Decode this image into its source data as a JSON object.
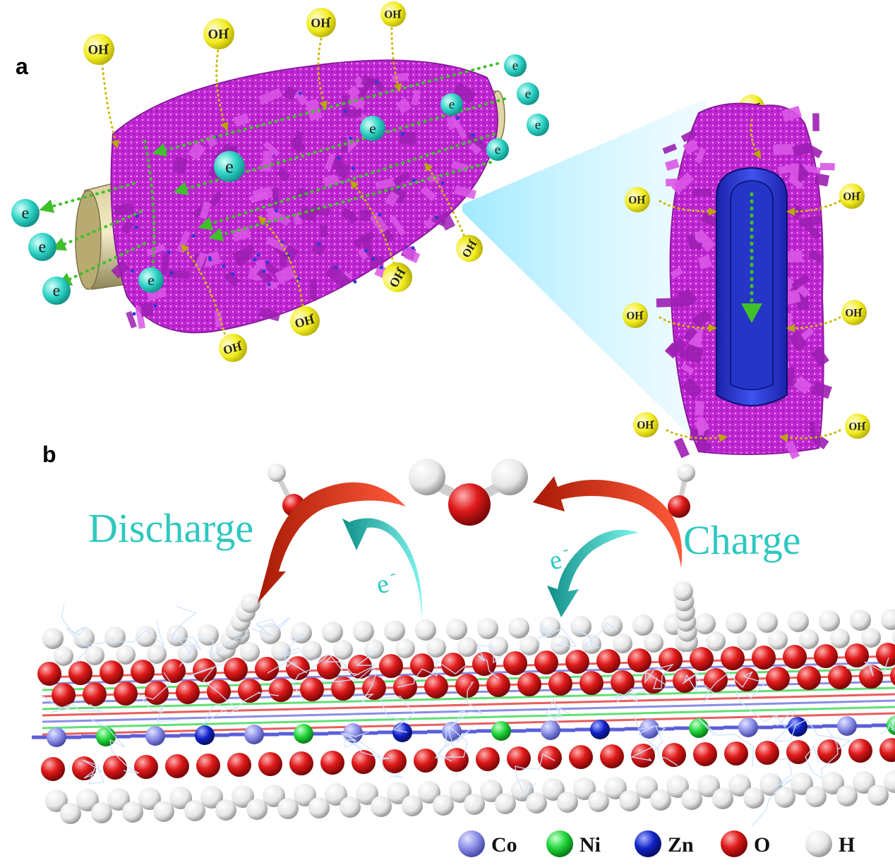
{
  "panels": {
    "a_label": "a",
    "b_label": "b"
  },
  "ions": {
    "hydroxide": "OH",
    "charge_sign": "-",
    "electron": "e",
    "electron_sup": "-"
  },
  "process": {
    "discharge": "Discharge",
    "charge": "Charge"
  },
  "legend": [
    {
      "label": "Co",
      "color": "#8c8fe8"
    },
    {
      "label": "Ni",
      "color": "#1fd43a"
    },
    {
      "label": "Zn",
      "color": "#1022c8"
    },
    {
      "label": "O",
      "color": "#e01a1a"
    },
    {
      "label": "H",
      "color": "#f2f2f2"
    }
  ],
  "colors": {
    "flake": "#c026d3",
    "flake_dark": "#8a1a9e",
    "core": "#2b3ad6",
    "electron": "#2fd3c6",
    "hydroxide": "#f2ec1f",
    "arrow_green": "#3fbf2a",
    "arrow_red": "#e03a1f",
    "arrow_cyan": "#2fc9c2",
    "text_cyan": "#2ec8c0"
  }
}
